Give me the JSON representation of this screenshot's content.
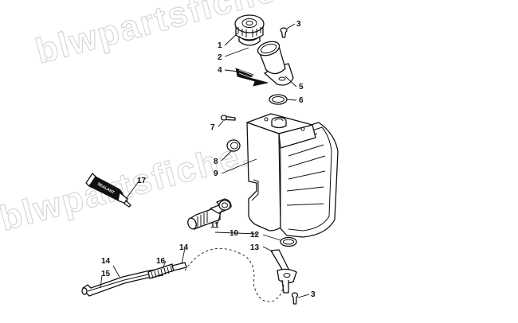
{
  "watermark": {
    "text": "blwpartsfiche.com",
    "color": "#d4d4d4"
  },
  "sealant_label": "SEALANT",
  "callouts": {
    "c1": "1",
    "c2": "2",
    "c3a": "3",
    "c3b": "3",
    "c4": "4",
    "c5": "5",
    "c6": "6",
    "c7": "7",
    "c8": "8",
    "c9": "9",
    "c10": "10",
    "c11": "11",
    "c12": "12",
    "c13": "13",
    "c14a": "14",
    "c14b": "14",
    "c15": "15",
    "c16": "16",
    "c17": "17"
  },
  "colors": {
    "line": "#111111",
    "background": "#ffffff"
  }
}
